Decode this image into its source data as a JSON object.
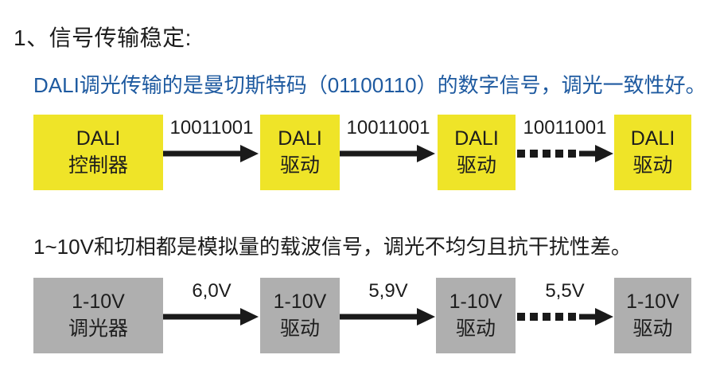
{
  "title": "1、信号传输稳定:",
  "colors": {
    "accent_blue": "#1e5aa0",
    "box_yellow": "#efe428",
    "box_gray": "#afafaf",
    "arrow_black": "#1a1a1a"
  },
  "dali": {
    "description": "DALI调光传输的是曼切斯特码（01100110）的数字信号，调光一致性好。",
    "boxes": [
      {
        "line1": "DALI",
        "line2": "控制器"
      },
      {
        "line1": "DALI",
        "line2": "驱动"
      },
      {
        "line1": "DALI",
        "line2": "驱动"
      },
      {
        "line1": "DALI",
        "line2": "驱动"
      }
    ],
    "arrows": [
      {
        "label": "10011001",
        "style": "solid"
      },
      {
        "label": "10011001",
        "style": "solid"
      },
      {
        "label": "10011001",
        "style": "dashed"
      }
    ]
  },
  "analog": {
    "description": "1~10V和切相都是模拟量的载波信号，调光不均匀且抗干扰性差。",
    "boxes": [
      {
        "line1": "1-10V",
        "line2": "调光器"
      },
      {
        "line1": "1-10V",
        "line2": "驱动"
      },
      {
        "line1": "1-10V",
        "line2": "驱动"
      },
      {
        "line1": "1-10V",
        "line2": "驱动"
      }
    ],
    "arrows": [
      {
        "label": "6,0V",
        "style": "solid"
      },
      {
        "label": "5,9V",
        "style": "solid"
      },
      {
        "label": "5,5V",
        "style": "dashed"
      }
    ]
  }
}
